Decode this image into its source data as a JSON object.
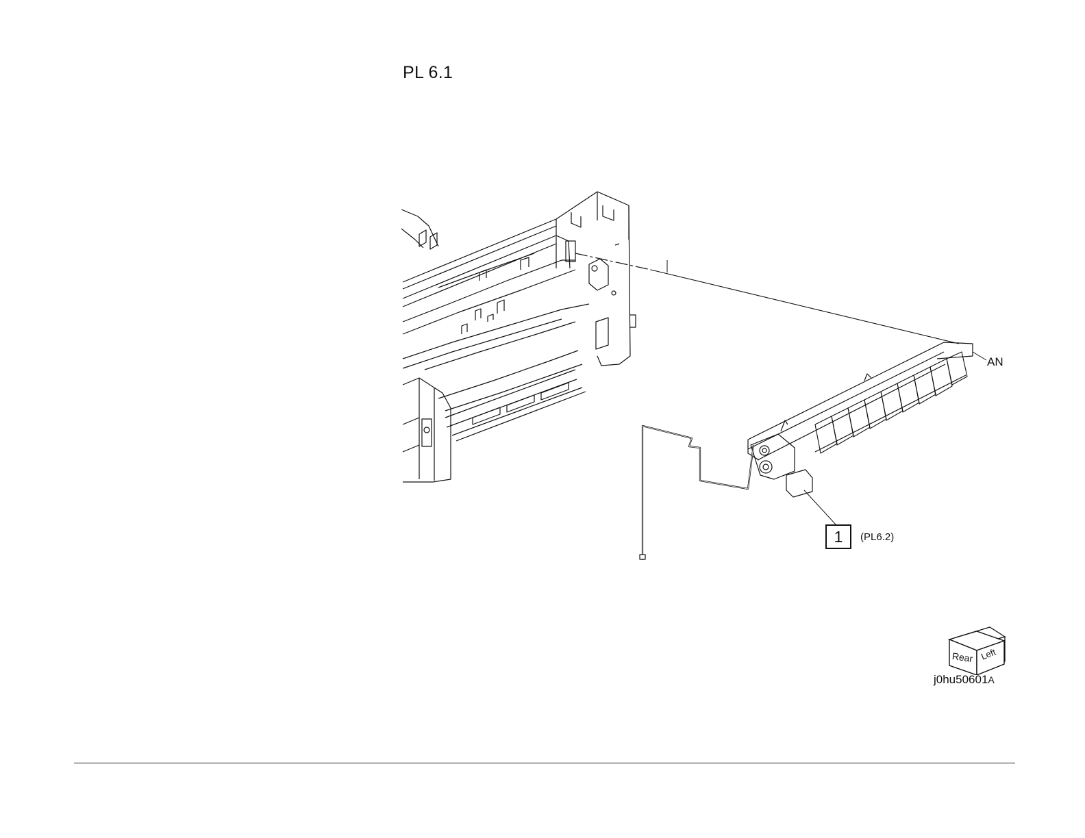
{
  "title": "PL 6.1",
  "callout": {
    "number": "1",
    "ref": "(PL6.2)"
  },
  "connector_label": "AN",
  "orientation": {
    "face_left_text": "Rear",
    "face_right_text": "Left"
  },
  "figure_id": {
    "main": "j0hu50601",
    "suffix": "A"
  }
}
